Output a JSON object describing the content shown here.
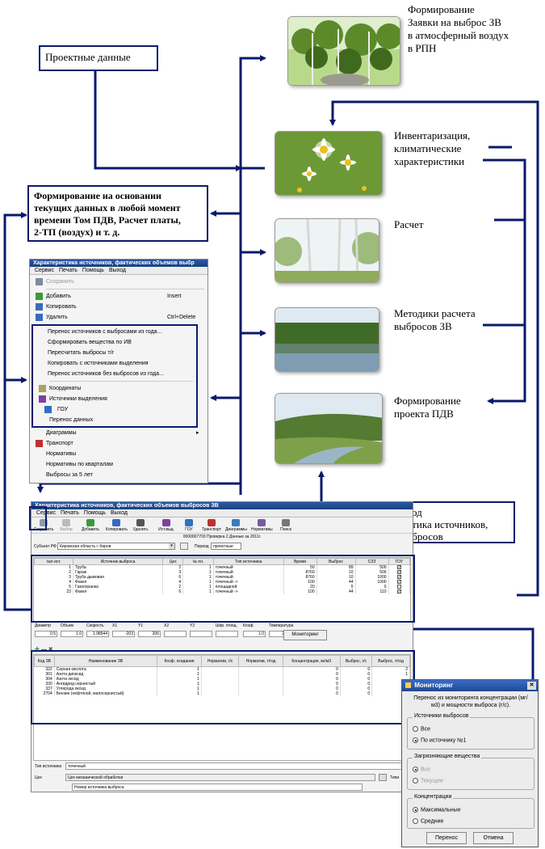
{
  "notes": {
    "project_data": "Проектные данные",
    "form_based": [
      "Формирование на основании",
      "текущих данных в любой момент",
      "времени Том ПДВ, Расчет платы,",
      "2-ТП (воздух) и т. д."
    ],
    "report_year": [
      "Отчетный год",
      "Характеристика источников,",
      "объемов выбросов"
    ]
  },
  "labels": {
    "application": [
      "Формирование",
      "Заявки на выброс ЗВ",
      "в атмосферный воздух",
      "в РПН"
    ],
    "inventory": [
      "Инвентаризация,",
      "климатические",
      "характеристики"
    ],
    "calc": [
      "Расчет"
    ],
    "methods": [
      "Методики расчета",
      "выбросов ЗВ"
    ],
    "pdv": [
      "Формирование",
      "проекта ПДВ"
    ]
  },
  "menu_window": {
    "title": "Характеристика источников, фактических объемов выбр",
    "menubar": [
      "Сервис",
      "Печать",
      "Помощь",
      "Выход"
    ],
    "items": [
      {
        "label": "Сохранить",
        "shortcut": "",
        "icon": "save-icon",
        "color": "#7a8aa0",
        "disabled": true
      },
      {
        "label": "Добавить",
        "shortcut": "Insert",
        "icon": "add-icon",
        "color": "#3a9a3a"
      },
      {
        "label": "Копировать",
        "shortcut": "",
        "icon": "copy-icon",
        "color": "#3a6ac0"
      },
      {
        "label": "Удалить",
        "shortcut": "Ctrl+Delete",
        "icon": "delete-icon",
        "color": "#3a6ac0"
      }
    ],
    "group_items": [
      "Перенос источников с выбросами из года...",
      "Сформировать вещества по ИВ",
      "Пересчитать выбросы т/г",
      "Копировать с источниками выделения",
      "Перенос источников без выбросов из года..."
    ],
    "items2": [
      {
        "label": "Координаты",
        "icon": "coordinates-icon",
        "color": "#b0a060"
      },
      {
        "label": "Источники выделения",
        "icon": "sources-icon",
        "color": "#8040a0"
      },
      {
        "label": "ГОУ",
        "icon": "gou-icon",
        "color": "#3070c0"
      },
      {
        "label": "Перенос данных",
        "icon": "",
        "color": ""
      }
    ],
    "items3": [
      {
        "label": "Диаграммы",
        "submenu": true
      },
      {
        "label": "Транспорт",
        "submenu": false
      },
      {
        "label": "Нормативы",
        "submenu": false
      },
      {
        "label": "Нормативы по кварталам",
        "submenu": false
      },
      {
        "label": "Выбросы за 5 лет",
        "submenu": false
      }
    ]
  },
  "main_window": {
    "title": "Характеристика источников, фактических объемов выбросов ЗВ",
    "menubar": [
      "Сервис",
      "Печать",
      "Помощь",
      "Выход"
    ],
    "toolbar": [
      "Сохранить",
      "Выбор",
      "Добавить",
      "Копировать",
      "Удалить",
      "Ист.выд.",
      "ГОУ",
      "Транспорт",
      "Диаграммы",
      "Нормативы",
      "Поиск"
    ],
    "org_line": "0000007703 Проверка 2 Данные за 2011г.",
    "subject_label": "Субъект РФ",
    "subject_value": "Кировская область г. Киров",
    "period_label": "Период",
    "period_value": "проектные",
    "columns": [
      "№п ист.",
      "Источник выброса",
      "Цех",
      "№ пл.",
      "Тип источника",
      "Время",
      "Выброс",
      "СЗЗ",
      "ГОУ"
    ],
    "rows": [
      [
        "1",
        "Труба",
        "2",
        "1",
        "точечный",
        "50",
        "89",
        "500",
        "✓"
      ],
      [
        "2",
        "Гараж",
        "3",
        "1",
        "точечный",
        "8760",
        "10",
        "500",
        "✓"
      ],
      [
        "3",
        "Труба дымовая",
        "6",
        "1",
        "точечный",
        "8760",
        "10",
        "1000",
        "✓"
      ],
      [
        "4",
        "Факел",
        "4",
        "1",
        "точечный ->",
        "100",
        "44",
        "1000",
        "✓"
      ],
      [
        "5",
        "Газоохранка",
        "2",
        "1",
        "площадной",
        "20",
        "5",
        "0",
        ""
      ],
      [
        "23",
        "Факел",
        "6",
        "1",
        "точечный ->",
        "100",
        "44",
        "110",
        "✓"
      ]
    ],
    "params_labels": [
      "Диаметр",
      "Объем",
      "Скорость",
      "X1",
      "Y1",
      "X2",
      "Y2",
      "Шир. площ.",
      "Коэф.",
      "Температура"
    ],
    "params_values": [
      "0.5",
      "1.0",
      "1.98544",
      "-203",
      "206",
      "",
      "",
      "",
      "1.0",
      "20.0"
    ],
    "monitoring_button": "Мониторинг",
    "sub_columns": [
      "Код ЗВ",
      "Наименование ЗВ",
      "Коэф. оседания",
      "Норматив, г/с",
      "Норматив, т/год",
      "Концентрация, мг/м3",
      "Выброс, г/с",
      "Выброс, т/год"
    ],
    "sub_rows": [
      [
        "322",
        "Серная кислота",
        "1",
        "",
        "",
        "0",
        "0",
        "2"
      ],
      [
        "301",
        "Азота диоксид",
        "1",
        "",
        "",
        "0",
        "0",
        "1"
      ],
      [
        "304",
        "Азота оксид",
        "1",
        "",
        "",
        "0",
        "0",
        ""
      ],
      [
        "330",
        "Ангидрид сернистый",
        "1",
        "",
        "",
        "0",
        "0",
        ""
      ],
      [
        "337",
        "Углерода оксид",
        "1",
        "",
        "",
        "0",
        "0",
        ""
      ],
      [
        "2704",
        "Бензин (нефтяной, малосернистый)",
        "1",
        "",
        "",
        "0",
        "0",
        ""
      ]
    ],
    "source_type_label": "Тип источника",
    "source_type_value": "точечный",
    "workshop_label": "Цех",
    "workshop_value": "Цех механической обработки",
    "source_number_label": "Номер источника выброса",
    "type_short": "Типи"
  },
  "dialog": {
    "title": "Мониторинг",
    "description": "Перенос из мониторинга концентрации (мг/м3) и мощности выброса (г/с).",
    "group_sources": "Источники выбросов",
    "src_all": "Все",
    "src_one": "По источнику №1",
    "group_pollutants": "Загрязняющие вещества",
    "pol_all": "Все",
    "pol_current": "Текущее",
    "group_conc": "Концентрации",
    "conc_max": "Максимальные",
    "conc_avg": "Средние",
    "ok": "Перенос",
    "cancel": "Отмена"
  },
  "colors": {
    "arrow": "#0a1a6b",
    "window_title": "#1f4a90",
    "selection": "#0a1a6b"
  }
}
